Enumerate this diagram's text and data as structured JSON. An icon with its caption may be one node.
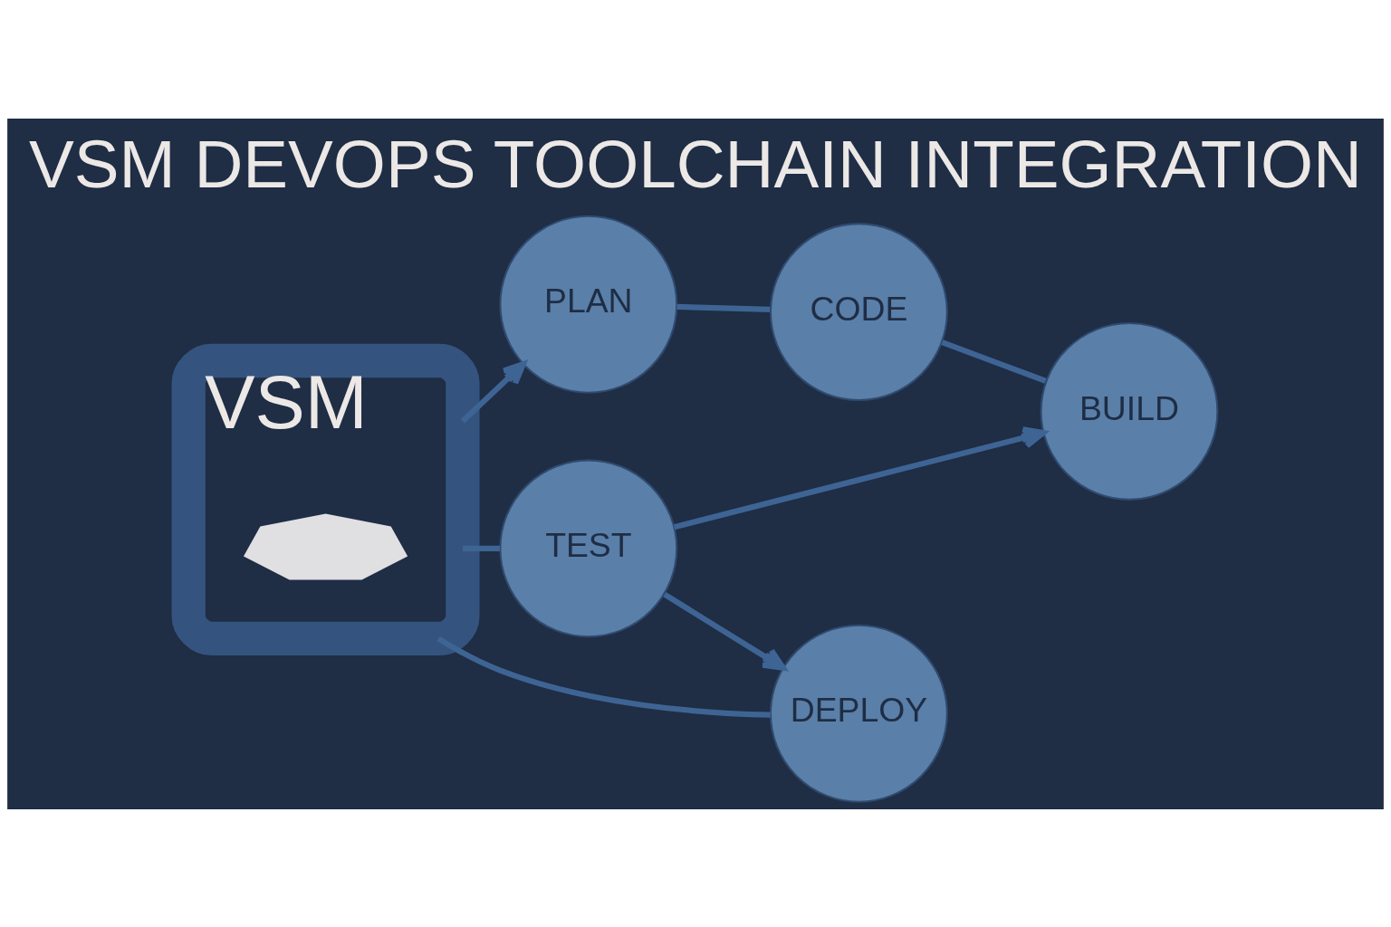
{
  "diagram": {
    "title": "VSM DEVOPS TOOLCHAIN INTEGRATION",
    "nodes": [
      {
        "text": [
          "VSM"
        ]
      },
      {
        "text": [],
        "shape": "gear",
        "in": 0
      },
      {
        "text": [
          "PLAN"
        ]
      },
      {
        "text": [
          "CODE"
        ]
      },
      {
        "text": [
          "BUILD"
        ]
      },
      {
        "text": [
          "TEST"
        ]
      },
      {
        "text": [
          "DEPLOY"
        ]
      }
    ],
    "edges": [
      {
        "from": 0,
        "to": 2,
        "arrow": "to"
      },
      {
        "from": 2,
        "to": 3,
        "arrow": "none"
      },
      {
        "from": 3,
        "to": 4,
        "arrow": "none"
      },
      {
        "from": 5,
        "to": 4,
        "arrow": "to"
      },
      {
        "from": 5,
        "to": 6,
        "arrow": "to"
      },
      {
        "from": 6,
        "to": 0,
        "arrow": "none"
      },
      {
        "from": 0,
        "to": 5,
        "arrow": "none"
      }
    ]
  }
}
